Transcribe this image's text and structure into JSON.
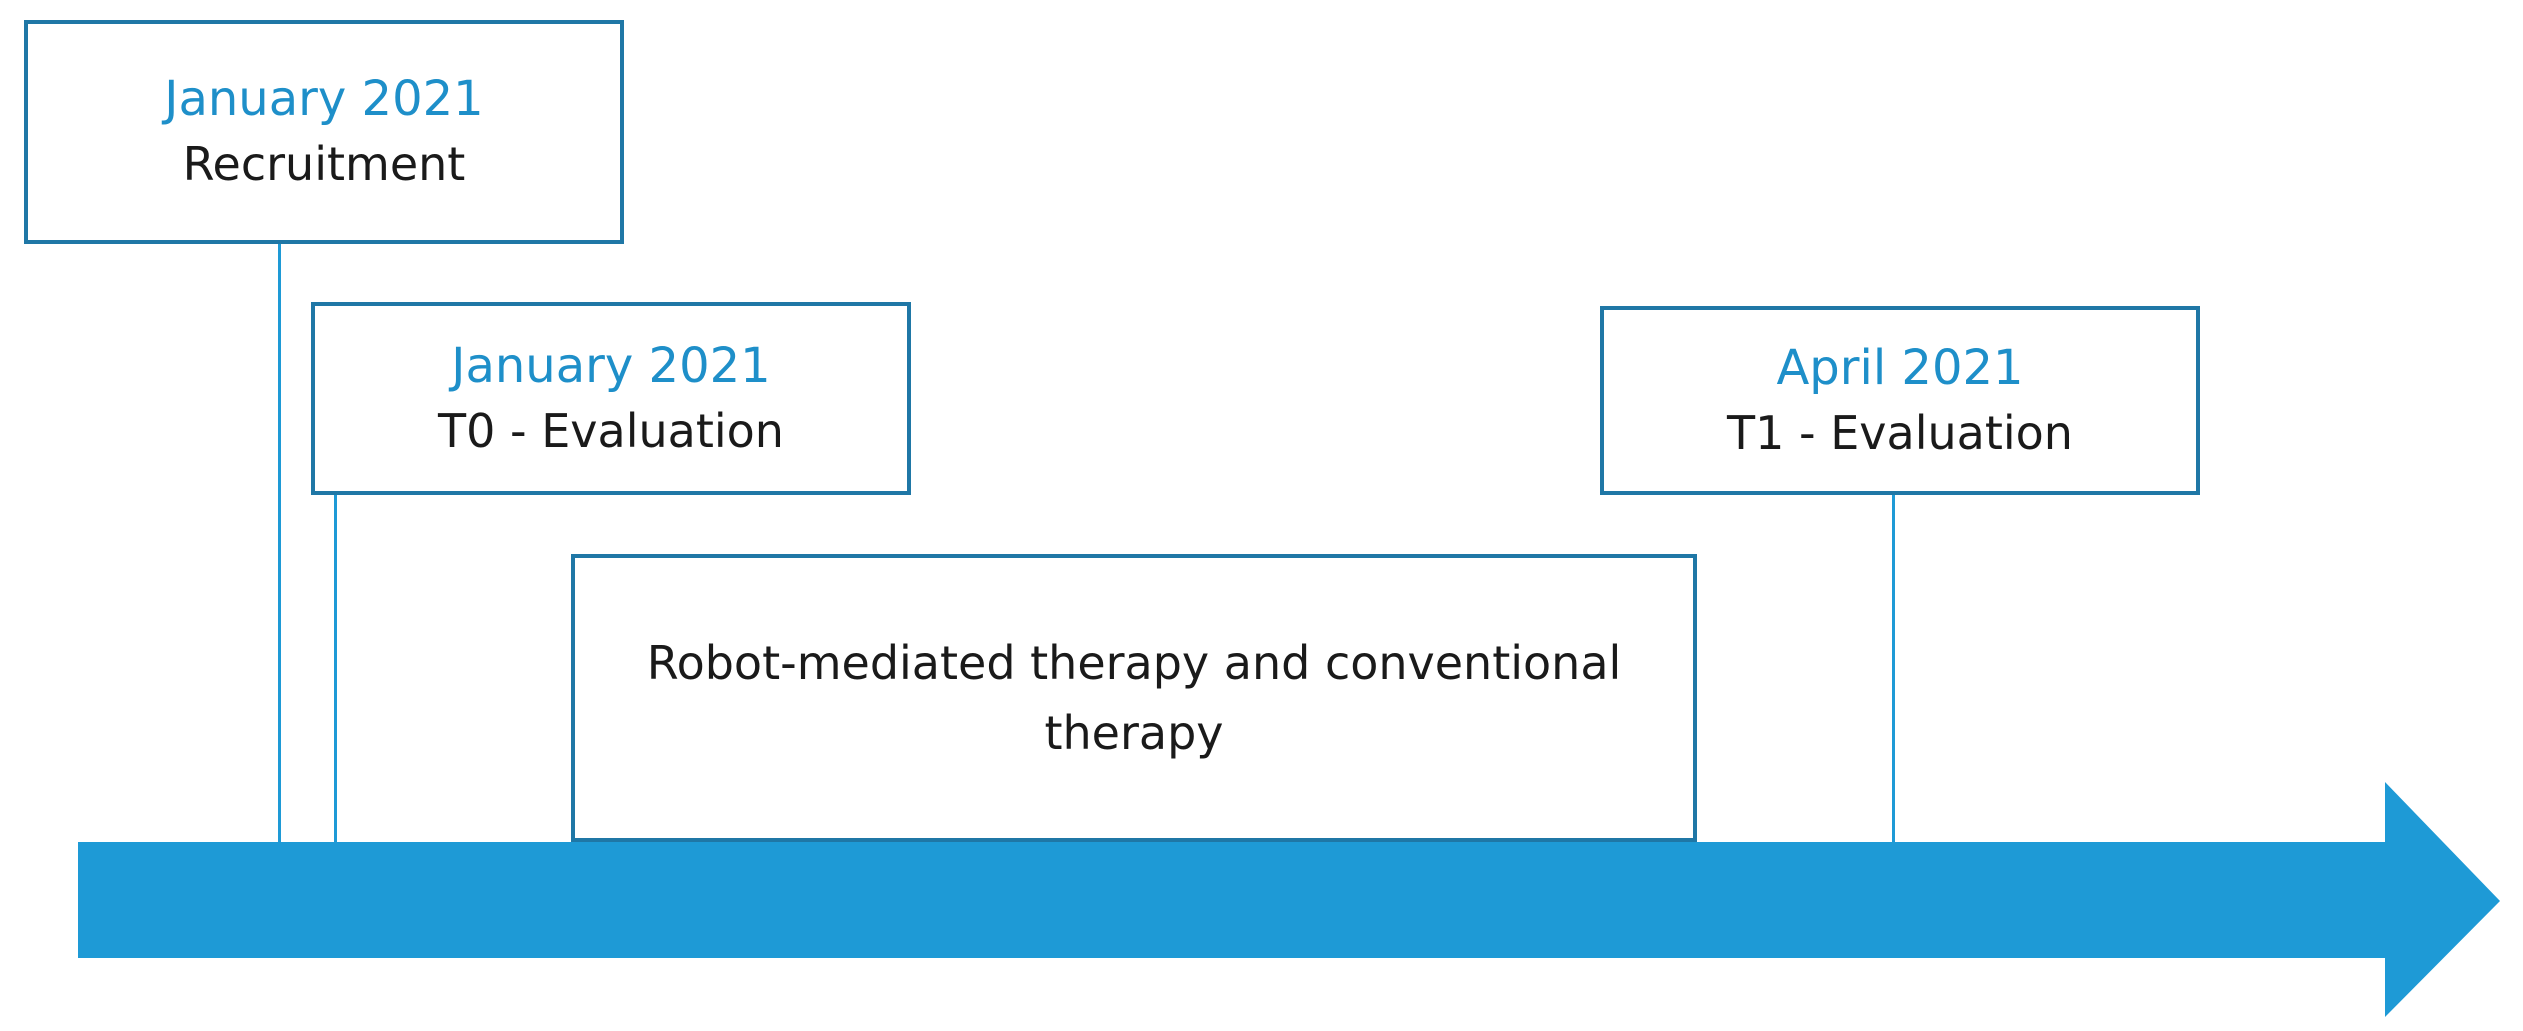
{
  "colors": {
    "arrow": "#1e9ad6",
    "box_border": "#1f77a6",
    "date_text": "#1e8fc9",
    "label_text": "#1a1a1a"
  },
  "events": [
    {
      "date": "January 2021",
      "label": "Recruitment"
    },
    {
      "date": "January 2021",
      "label": "T0 - Evaluation"
    },
    {
      "date": "April 2021",
      "label": "T1 - Evaluation"
    }
  ],
  "therapy": {
    "label": "Robot-mediated therapy and conventional therapy"
  }
}
